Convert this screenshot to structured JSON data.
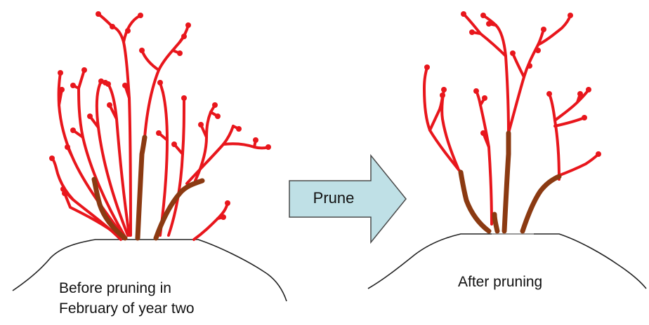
{
  "diagram": {
    "arrow_label": "Prune",
    "before_caption_line1": "Before pruning in",
    "before_caption_line2": "February of year two",
    "after_caption": "After pruning",
    "colors": {
      "new_shoot": "#e8161c",
      "old_wood": "#8b3a12",
      "ground": "#222222",
      "arrow_fill": "#bfe0e6",
      "arrow_stroke": "#4a4a4a"
    }
  }
}
